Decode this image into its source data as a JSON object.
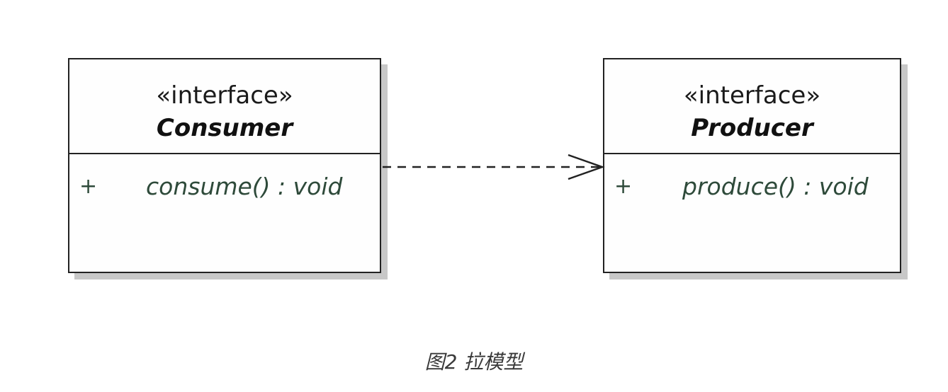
{
  "classes": {
    "consumer": {
      "stereotype": "«interface»",
      "name": "Consumer",
      "operations": [
        {
          "visibility": "+",
          "signature": "consume() : void"
        }
      ]
    },
    "producer": {
      "stereotype": "«interface»",
      "name": "Producer",
      "operations": [
        {
          "visibility": "+",
          "signature": "produce() : void"
        }
      ]
    }
  },
  "relationship": {
    "type": "dependency",
    "from": "Consumer",
    "to": "Producer"
  },
  "caption": "图2 拉模型",
  "colors": {
    "border": "#222222",
    "shadow": "#c8c8c8",
    "operation_text": "#2e4a3a"
  }
}
